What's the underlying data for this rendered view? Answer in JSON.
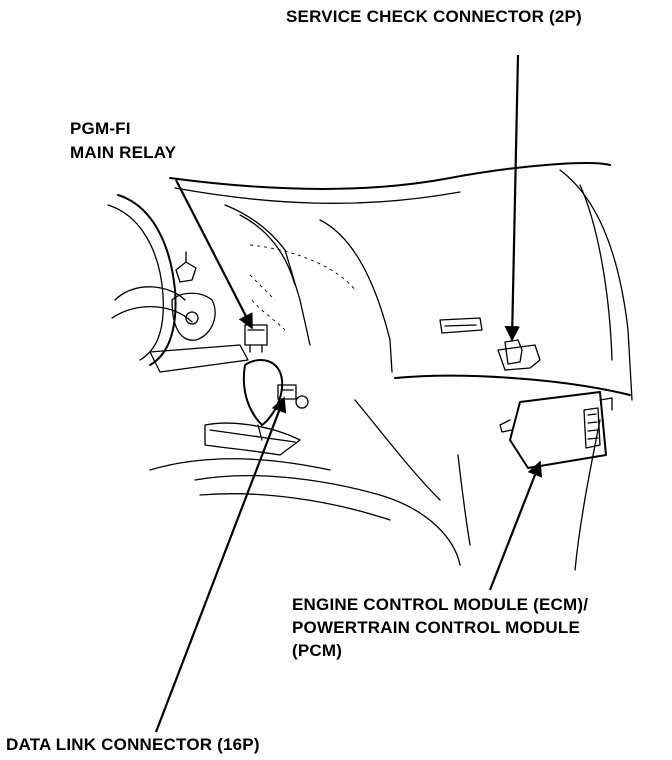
{
  "labels": {
    "service_check": "SERVICE CHECK CONNECTOR (2P)",
    "pgm_fi_line1": "PGM-FI",
    "pgm_fi_line2": "MAIN RELAY",
    "ecm_line1": "ENGINE CONTROL MODULE (ECM)/",
    "ecm_line2": "POWERTRAIN CONTROL MODULE",
    "ecm_line3": "(PCM)",
    "data_link": "DATA LINK CONNECTOR (16P)"
  },
  "colors": {
    "ink": "#000000",
    "paper": "#ffffff"
  }
}
